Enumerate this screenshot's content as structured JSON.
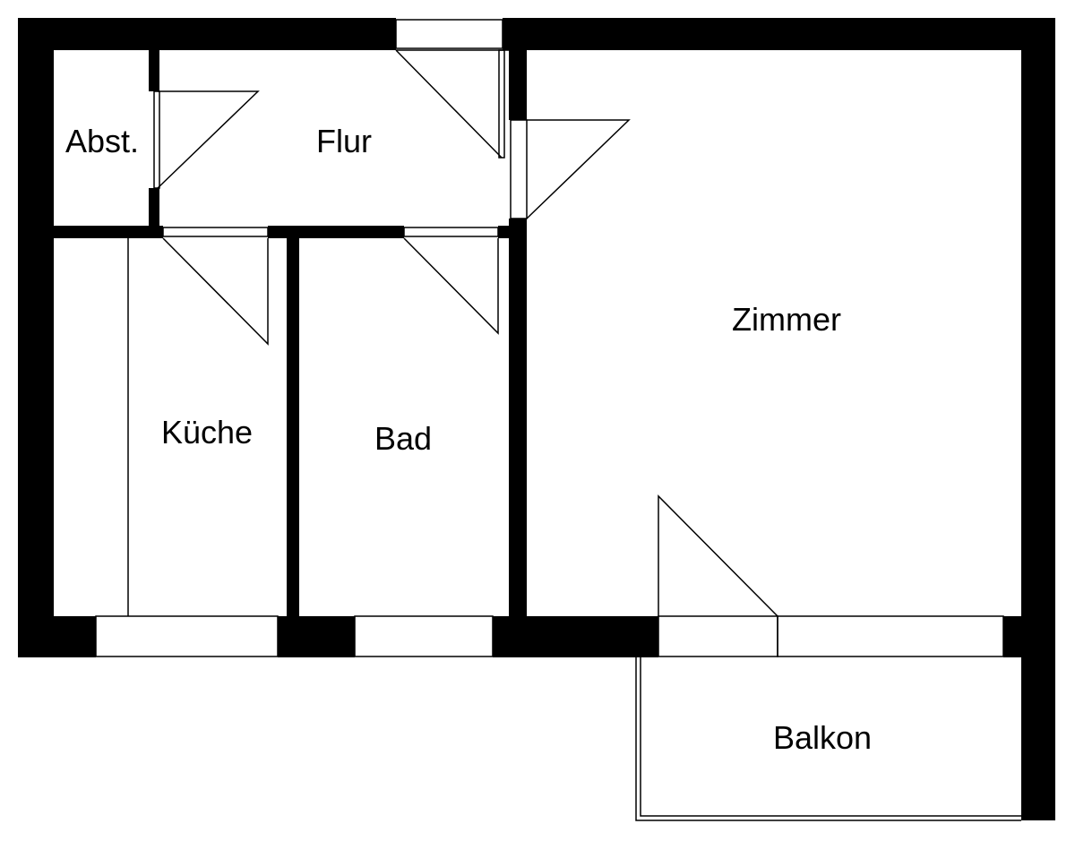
{
  "floorplan": {
    "colors": {
      "wall": "#000000",
      "background": "#ffffff",
      "line": "#000000"
    },
    "rooms": [
      {
        "id": "abstellraum",
        "label": "Abst."
      },
      {
        "id": "flur",
        "label": "Flur"
      },
      {
        "id": "zimmer",
        "label": "Zimmer"
      },
      {
        "id": "kueche",
        "label": "Küche"
      },
      {
        "id": "bad",
        "label": "Bad"
      },
      {
        "id": "balkon",
        "label": "Balkon"
      }
    ]
  }
}
